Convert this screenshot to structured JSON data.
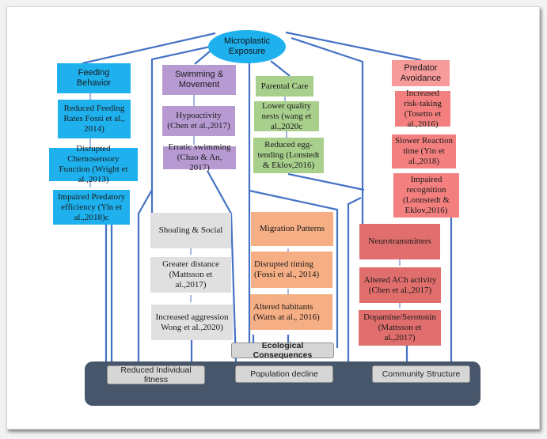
{
  "diagram": {
    "root": "Microplastic Exposure",
    "colors": {
      "connector": "#4472c4",
      "feeding": "#1eb1ee",
      "swimming": "#b89ad2",
      "parental": "#a8cf8c",
      "predator": "#f69a9a",
      "shoaling": "#e0e0e0",
      "migration": "#f6ae84",
      "neuro": "#e06e6c",
      "base": "#48566b"
    },
    "feeding": {
      "title": "Feeding Behavior",
      "items": [
        "Reduced Feeding Rates Fossi et al., 2014)",
        "Disrupted Chemosensory Function (Wright et al.,2013)",
        "Impaired Predatory efficiency (Yin et al.,2018)c"
      ]
    },
    "swimming": {
      "title": "Swimming & Movement",
      "items": [
        "Hypoactivity (Chen et al.,2017)",
        "Erratic swimming (Chao & An, 2017)"
      ]
    },
    "parental": {
      "title": "Parental Care",
      "items": [
        "Lower quality nests (wang et al.,2020c",
        "Reduced egg-tending (Lonstedt & Eklov,2016)"
      ]
    },
    "predator": {
      "title": "Predator Avoidance",
      "items": [
        "Increased risk-taking (Tosetto et al.,2016)",
        "Slower Reaction time (Yin et al.,2018)",
        "Impaired recognition (Lonnstedt & Eklov,2016)"
      ]
    },
    "shoaling": {
      "title": "Shoaling & Social",
      "items": [
        "Greater distance (Mattsson et al.,2017)",
        "Increased aggression Wong et al.,2020)"
      ]
    },
    "migration": {
      "title": "Migration Patterns",
      "items": [
        "Disrupted timing (Fossi et al., 2014)",
        "Altered habitants (Watts at al., 2016)"
      ]
    },
    "neuro": {
      "title": "Neurotransmitters",
      "items": [
        "Altered ACh activity (Chen et al.,2017)",
        "Dopamine/Serotonin (Mattsson et al.,2017)"
      ]
    },
    "ecological": {
      "title": "Ecological Consequences",
      "outcomes": [
        "Reduced Individual fitness",
        "Population decline",
        "Community Structure"
      ]
    }
  }
}
